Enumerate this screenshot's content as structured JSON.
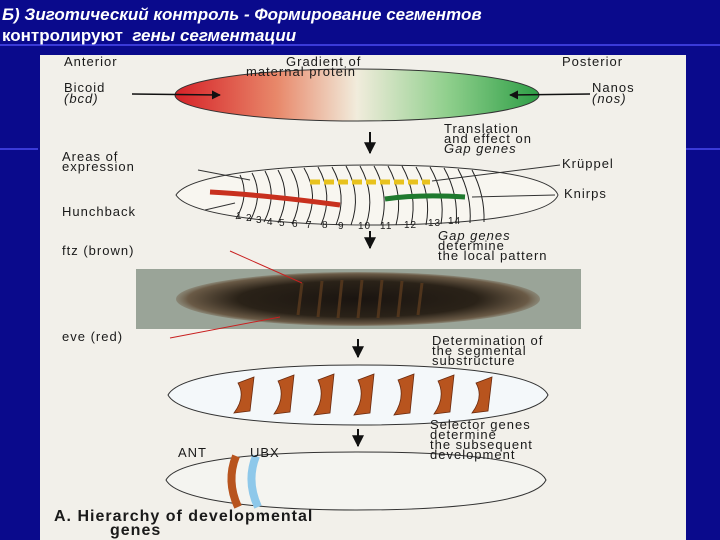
{
  "slide": {
    "title_line1": "Б) Зиготический контроль - Формирование сегментов",
    "title_line2_plain": "контролируют",
    "title_line2_italic": "гены сегментации"
  },
  "figure": {
    "panel1": {
      "anterior": "Anterior",
      "posterior": "Posterior",
      "gradient_line1": "Gradient of",
      "gradient_line2": "maternal protein",
      "bicoid": "Bicoid",
      "bicoid_abbr": "(bcd)",
      "nanos": "Nanos",
      "nanos_abbr": "(nos)"
    },
    "step1": {
      "line1": "Translation",
      "line2": "and effect on",
      "line3": "Gap genes"
    },
    "panel2": {
      "areas_line1": "Areas of",
      "areas_line2": "expression",
      "kruppel": "Krüppel",
      "knirps": "Knirps",
      "hunchback": "Hunchback",
      "segment_numbers": [
        "1",
        "2",
        "3",
        "4",
        "5",
        "6",
        "7",
        "8",
        "9",
        "10",
        "11",
        "12",
        "13",
        "14"
      ]
    },
    "step2": {
      "line1": "Gap genes",
      "line2": "determine",
      "line3": "the local pattern"
    },
    "panel3": {
      "ftz": "ftz (brown)",
      "eve": "eve (red)"
    },
    "step3": {
      "line1": "Determination of",
      "line2": "the segmental",
      "line3": "substructure"
    },
    "step4": {
      "line1": "Selector genes",
      "line2": "determine",
      "line3": "the subsequent",
      "line4": "development"
    },
    "panel5": {
      "ant": "ANT",
      "ubx": "UBX"
    },
    "caption_line1": "A. Hierarchy of developmental",
    "caption_line2": "genes"
  },
  "colors": {
    "background": "#0a0a8c",
    "bicoid": "#d8262a",
    "nanos": "#3aa64a",
    "kruppel": "#e8c21e",
    "knirps": "#1f7a2e",
    "hunchback": "#c8301e",
    "segment_stripe": "#b8541e",
    "ant": "#b8541e",
    "ubx": "#8ec8ea"
  }
}
